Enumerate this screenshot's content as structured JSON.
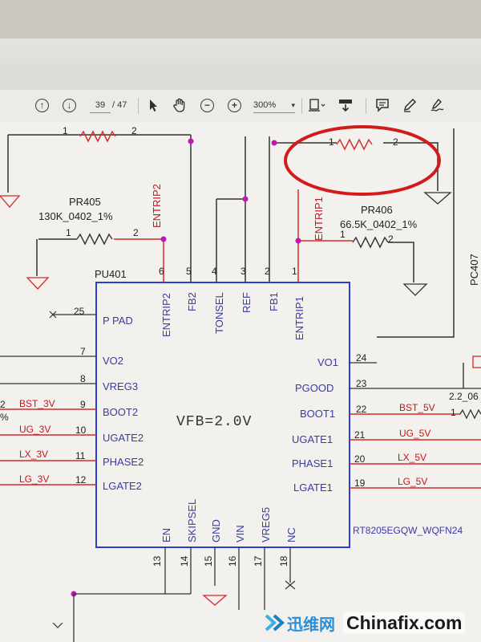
{
  "toolbar": {
    "page_current": "39",
    "page_total": "/ 47",
    "zoom": "300%",
    "icons": [
      "scroll-up-icon",
      "scroll-down-icon",
      "select-arrow-icon",
      "hand-tool-icon",
      "zoom-out-icon",
      "zoom-in-icon",
      "page-fit-icon",
      "download-icon",
      "comment-icon",
      "pen-icon",
      "sign-icon"
    ]
  },
  "chip": {
    "ref": "PU401",
    "center_label": "VFB=2.0V",
    "part": "RT8205EGQW_WQFN24",
    "top_pins": [
      {
        "num": "6",
        "name": "ENTRIP2"
      },
      {
        "num": "5",
        "name": "FB2"
      },
      {
        "num": "4",
        "name": "TONSEL"
      },
      {
        "num": "3",
        "name": "REF"
      },
      {
        "num": "2",
        "name": "FB1"
      },
      {
        "num": "1",
        "name": "ENTRIP1"
      }
    ],
    "left_pins": [
      {
        "num": "25",
        "name": "P PAD"
      },
      {
        "num": "7",
        "name": "VO2"
      },
      {
        "num": "8",
        "name": "VREG3"
      },
      {
        "num": "9",
        "name": "BOOT2"
      },
      {
        "num": "10",
        "name": "UGATE2"
      },
      {
        "num": "11",
        "name": "PHASE2"
      },
      {
        "num": "12",
        "name": "LGATE2"
      }
    ],
    "right_pins": [
      {
        "num": "24",
        "name": "VO1"
      },
      {
        "num": "23",
        "name": "PGOOD"
      },
      {
        "num": "22",
        "name": "BOOT1"
      },
      {
        "num": "21",
        "name": "UGATE1"
      },
      {
        "num": "20",
        "name": "PHASE1"
      },
      {
        "num": "19",
        "name": "LGATE1"
      }
    ],
    "bottom_pins": [
      {
        "num": "13",
        "name": "EN"
      },
      {
        "num": "14",
        "name": "SKIPSEL"
      },
      {
        "num": "15",
        "name": "GND"
      },
      {
        "num": "16",
        "name": "VIN"
      },
      {
        "num": "17",
        "name": "VREG5"
      },
      {
        "num": "18",
        "name": "NC"
      }
    ]
  },
  "nets": {
    "left": [
      "BST_3V",
      "UG_3V",
      "LX_3V",
      "LG_3V"
    ],
    "right": [
      "BST_5V",
      "UG_5V",
      "LX_5V",
      "LG_5V"
    ],
    "entrip2": "ENTRIP2",
    "entrip1": "ENTRIP1"
  },
  "parts": {
    "pr405_ref": "PR405",
    "pr405_val": "130K_0402_1%",
    "pr406_ref": "PR406",
    "pr406_val": "66.5K_0402_1%",
    "pc407_ref": "PC407",
    "right_part_val": "2.2_06",
    "res_pin1": "1",
    "res_pin2": "2",
    "bst3v_cut": "2",
    "percent_cut": "%",
    "bst5v_pin": "1"
  },
  "watermark": {
    "brand_cn": "迅维网",
    "brand_en": "Chinafix.com"
  },
  "colors": {
    "chip_border": "#2a3fd1",
    "net_wire": "#d42a2a",
    "net_label": "#c4161c",
    "pin_text": "#3a3aa8",
    "junction": "#c016b8",
    "highlight_circle": "#d21b1b"
  }
}
